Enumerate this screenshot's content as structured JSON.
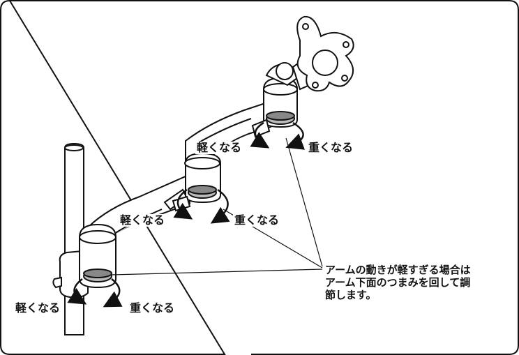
{
  "labels": {
    "light": "軽くなる",
    "heavy": "重くなる"
  },
  "note": {
    "line1": "アームの動きが軽すぎる場合は",
    "line2": "アーム下面のつまみを回して調",
    "line3": "節します。"
  }
}
